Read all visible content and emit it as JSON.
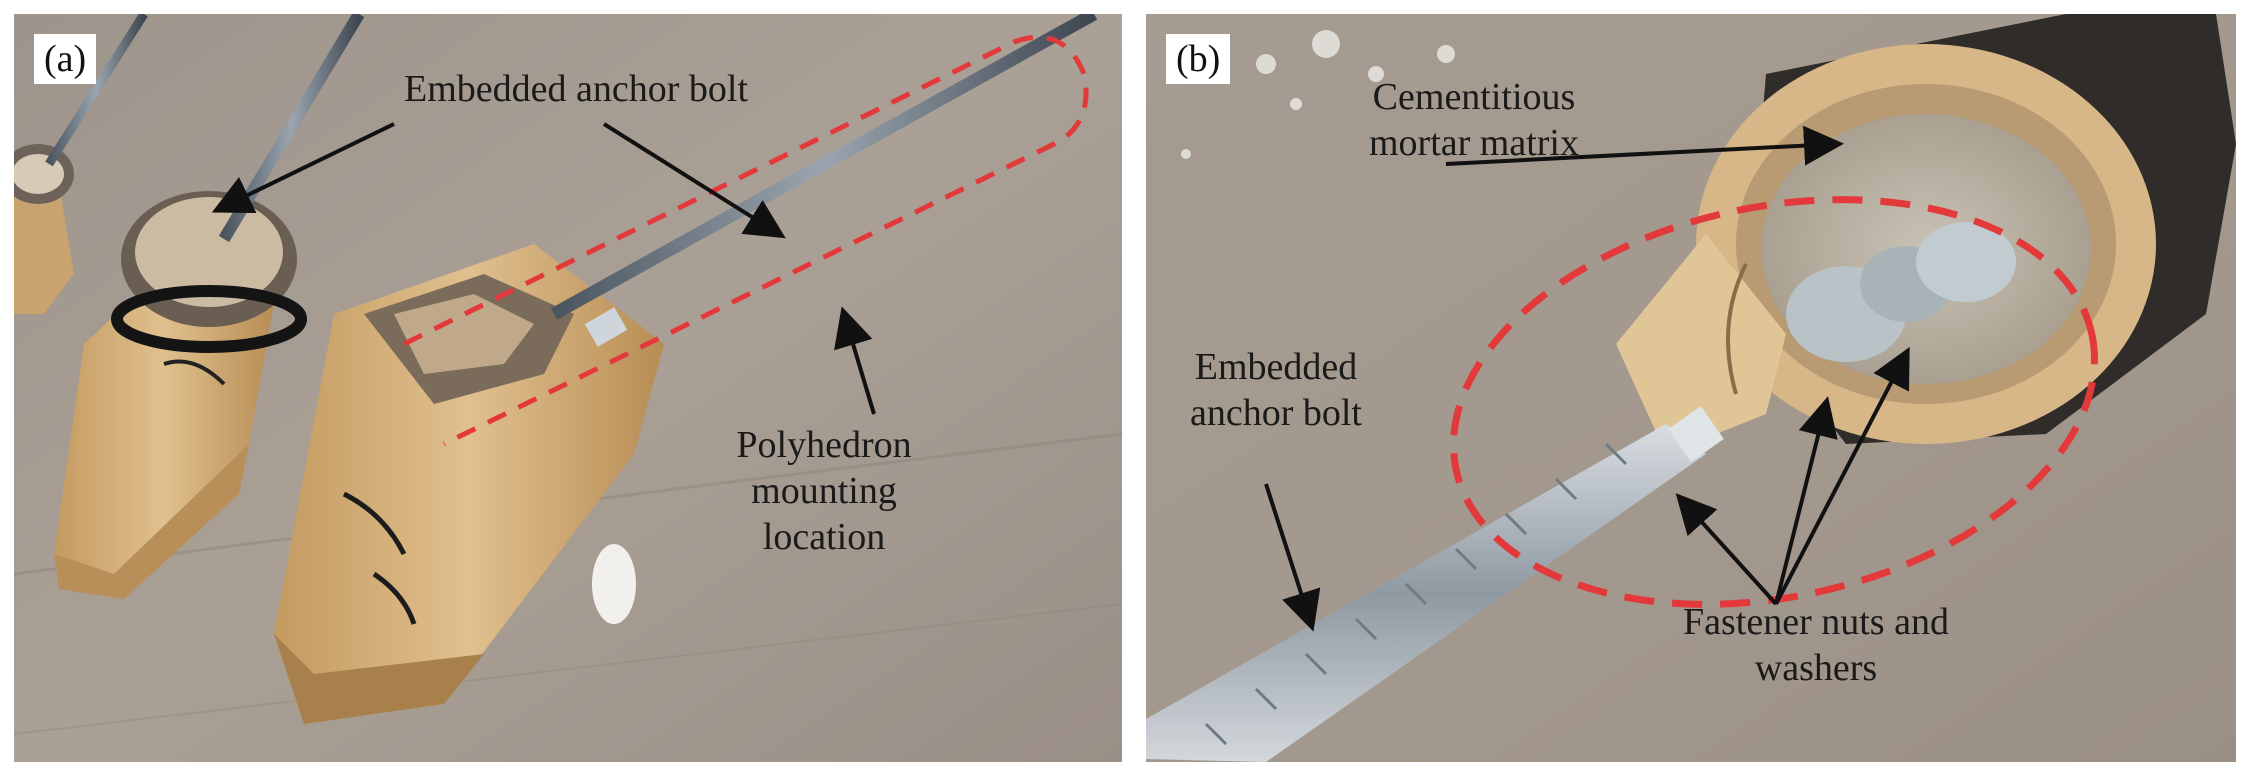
{
  "panels": [
    {
      "tag": "(a)",
      "labels": {
        "anchor_bolt": "Embedded anchor bolt",
        "mount_line1": "Polyhedron",
        "mount_line2": "mounting",
        "mount_line3": "location"
      }
    },
    {
      "tag": "(b)",
      "labels": {
        "matrix_line1": "Cementitious",
        "matrix_line2": "mortar matrix",
        "bolt_line1": "Embedded",
        "bolt_line2": "anchor bolt",
        "nuts_line1": "Fastener nuts and",
        "nuts_line2": "washers"
      }
    }
  ],
  "colors": {
    "floor": "#a59a8f",
    "bamboo": "#d6b37f",
    "dashed_marker": "#e3393b",
    "arrow": "#111111"
  }
}
